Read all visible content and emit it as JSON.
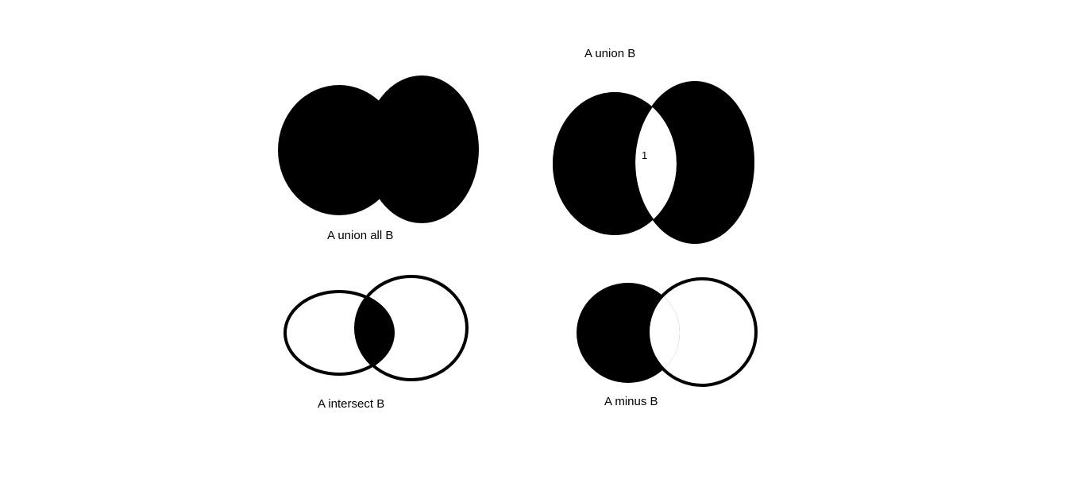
{
  "diagrams": {
    "union_all": {
      "label": "A union all B"
    },
    "union": {
      "label": "A union B",
      "overlap_label": "1"
    },
    "intersect": {
      "label": "A intersect B"
    },
    "minus": {
      "label": "A minus B"
    }
  },
  "colors": {
    "fill": "#000000",
    "background": "#ffffff"
  }
}
